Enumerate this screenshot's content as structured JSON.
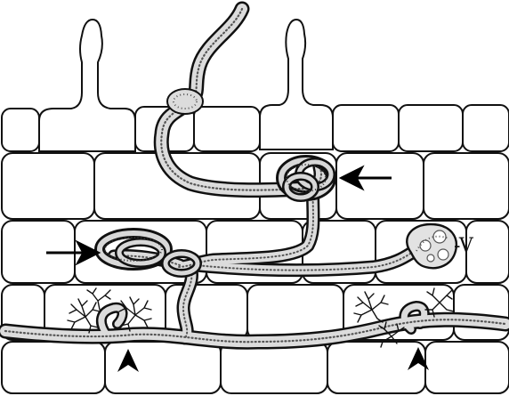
{
  "figure": {
    "labels": {
      "vesicle": "-V"
    },
    "colors": {
      "line": "#111111",
      "hypha_fill": "#dcdcdc",
      "background": "#ffffff"
    },
    "markers": {
      "arrows": [
        "coil-arrow-upper",
        "coil-arrow-left"
      ],
      "arrowheads": [
        "arbuscule-arrowhead-left",
        "arbuscule-arrowhead-right"
      ]
    }
  }
}
